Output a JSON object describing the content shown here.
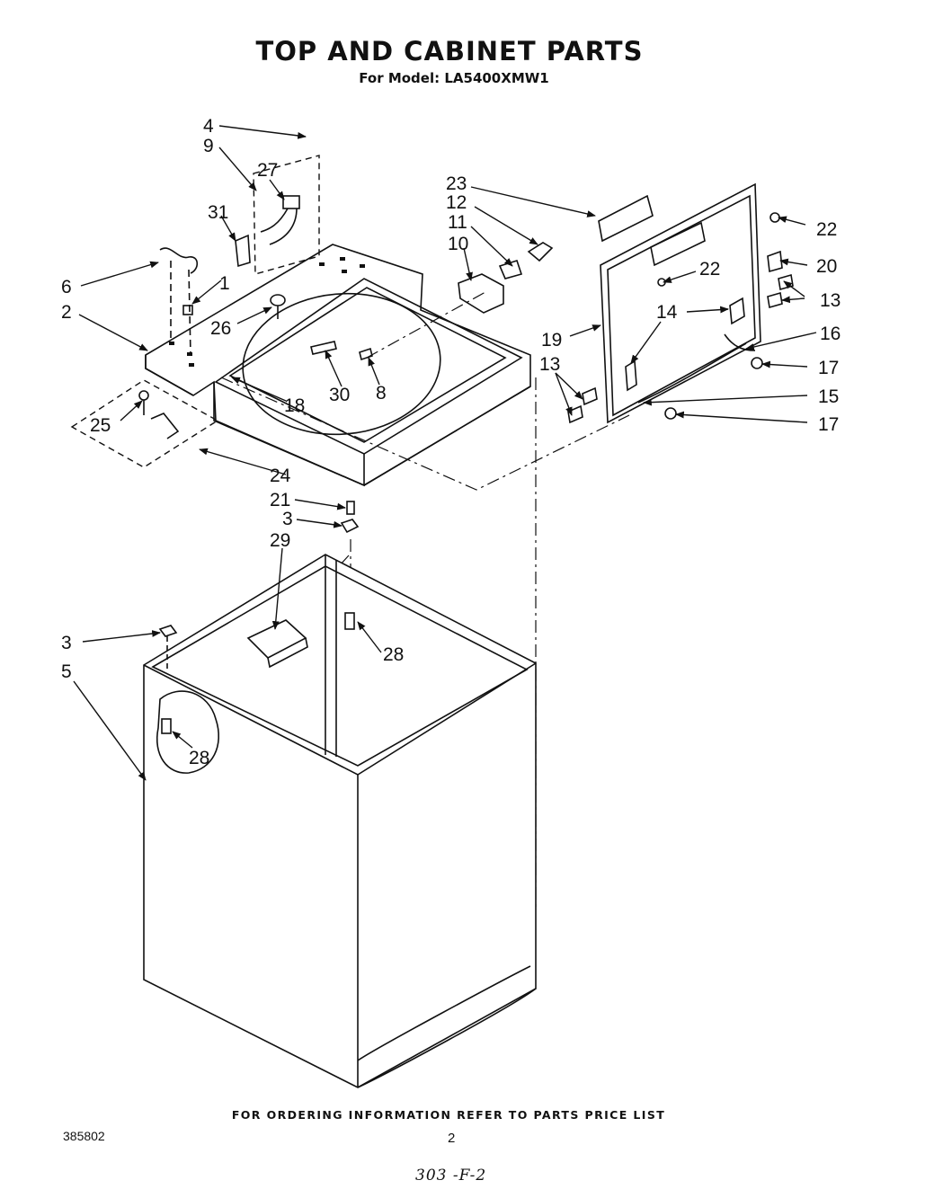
{
  "header": {
    "title": "TOP AND CABINET PARTS",
    "subtitle": "For Model: LA5400XMW1"
  },
  "callouts": [
    {
      "id": "c4",
      "text": "4"
    },
    {
      "id": "c9",
      "text": "9"
    },
    {
      "id": "c27",
      "text": "27"
    },
    {
      "id": "c31",
      "text": "31"
    },
    {
      "id": "c6",
      "text": "6"
    },
    {
      "id": "c1",
      "text": "1"
    },
    {
      "id": "c2",
      "text": "2"
    },
    {
      "id": "c26",
      "text": "26"
    },
    {
      "id": "c25",
      "text": "25"
    },
    {
      "id": "c18",
      "text": "18"
    },
    {
      "id": "c30",
      "text": "30"
    },
    {
      "id": "c8",
      "text": "8"
    },
    {
      "id": "c24",
      "text": "24"
    },
    {
      "id": "c23",
      "text": "23"
    },
    {
      "id": "c12",
      "text": "12"
    },
    {
      "id": "c11",
      "text": "11"
    },
    {
      "id": "c10",
      "text": "10"
    },
    {
      "id": "c22a",
      "text": "22"
    },
    {
      "id": "c22b",
      "text": "22"
    },
    {
      "id": "c20",
      "text": "20"
    },
    {
      "id": "c13a",
      "text": "13"
    },
    {
      "id": "c14",
      "text": "14"
    },
    {
      "id": "c19",
      "text": "19"
    },
    {
      "id": "c16",
      "text": "16"
    },
    {
      "id": "c13b",
      "text": "13"
    },
    {
      "id": "c17a",
      "text": "17"
    },
    {
      "id": "c15",
      "text": "15"
    },
    {
      "id": "c17b",
      "text": "17"
    },
    {
      "id": "c21",
      "text": "21"
    },
    {
      "id": "c3a",
      "text": "3"
    },
    {
      "id": "c29",
      "text": "29"
    },
    {
      "id": "c28a",
      "text": "28"
    },
    {
      "id": "c3b",
      "text": "3"
    },
    {
      "id": "c5",
      "text": "5"
    },
    {
      "id": "c28b",
      "text": "28"
    }
  ],
  "footer": {
    "note": "FOR ORDERING INFORMATION REFER TO PARTS PRICE LIST",
    "doc_number": "385802",
    "page_number": "2",
    "handwritten": "303 -F-2"
  }
}
